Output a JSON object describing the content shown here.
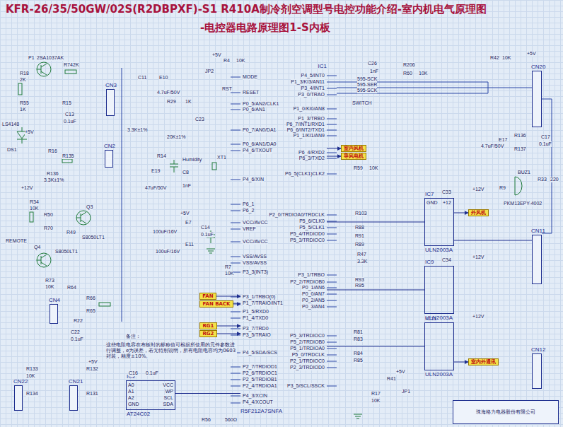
{
  "diagram": {
    "title": "KFR-26/35/50GW/02S(R2DBPXF)-S1 R410A制冷剂空调型号电控功能介绍-室内机电气原理图",
    "caption": "-电控器电路原理图1-S内板",
    "nodes": [
      {
        "text": [
          "IC1",
          "R5F212A7SNFA"
        ]
      },
      {
        "text": [
          "IC7",
          "ULN2003A"
        ]
      },
      {
        "text": [
          "IC9",
          "ULN2003A"
        ]
      },
      {
        "text": [
          "IC11",
          "ULN2003A"
        ]
      },
      {
        "text": [
          "IC2",
          "AT24C02"
        ]
      },
      {
        "text": [
          "CN3"
        ]
      },
      {
        "text": [
          "CN4"
        ]
      },
      {
        "text": [
          "CN22"
        ]
      },
      {
        "text": [
          "CN21"
        ]
      },
      {
        "text": [
          "CN2"
        ]
      },
      {
        "text": [
          "CN11"
        ]
      },
      {
        "text": [
          "CN12"
        ]
      },
      {
        "text": [
          "CN20"
        ]
      },
      {
        "text": [
          "FAN"
        ]
      },
      {
        "text": [
          "FAN BACK"
        ]
      },
      {
        "text": [
          "RG1"
        ]
      },
      {
        "text": [
          "RG2"
        ]
      },
      {
        "text": [
          "室内风机"
        ]
      },
      {
        "text": [
          "导风电机"
        ]
      },
      {
        "text": [
          "外风机"
        ]
      },
      {
        "text": [
          "室内外通讯"
        ]
      },
      {
        "text": [
          "珠海格力电器股份有限公司"
        ]
      }
    ],
    "edges": [
      {
        "from": 13,
        "to": 0,
        "arrow": "to"
      },
      {
        "from": 14,
        "to": 0,
        "arrow": "to"
      },
      {
        "from": 15,
        "to": 0,
        "arrow": "to"
      },
      {
        "from": 16,
        "to": 0,
        "arrow": "to"
      },
      {
        "from": 0,
        "to": 17,
        "arrow": "to"
      },
      {
        "from": 0,
        "to": 18,
        "arrow": "to"
      },
      {
        "from": 0,
        "to": 1,
        "arrow": "none"
      },
      {
        "from": 0,
        "to": 2,
        "arrow": "none"
      },
      {
        "from": 0,
        "to": 3,
        "arrow": "none"
      },
      {
        "from": 1,
        "to": 19,
        "arrow": "to"
      },
      {
        "from": 1,
        "to": 10,
        "arrow": "none"
      },
      {
        "from": 3,
        "to": 20,
        "arrow": "to"
      },
      {
        "from": 0,
        "to": 4,
        "arrow": "none"
      }
    ],
    "labels": [
      "MODE",
      "RESET",
      "P0_5/AN2/CLK1",
      "P0_6/AN1",
      "P0_7/AN0/DA1",
      "P0_6/AN1/DA0",
      "P4_6/TXOUT",
      "P4_6/XIN",
      "P6_1",
      "P6_2",
      "VCC/AVCC",
      "VREF",
      "VCC/AVCC",
      "VSS/AVSS",
      "VSS/AVSS",
      "P3_3(INT3)",
      "P3_1/TRBO(0)",
      "P1_7/TRAIO/INT1",
      "P1_5/RXD0",
      "P1_4/TXD0",
      "P3_7/TRD0",
      "P3_5/TRAIO",
      "P4_5/SDA/SCS",
      "P2_7/TRDIOD1",
      "P2_6/TRDIOC1",
      "P2_5/TRDIOB1",
      "P2_4/TRDIOA1",
      "P4_3/XCIN",
      "P4_4/XCOUT",
      "P4_5/INT0",
      "P1_3/KI3/AN11",
      "P3_4/INT1",
      "P3_0/TRAO",
      "P1_0/KI0/AN8",
      "P1_3/TRBO",
      "P6_7/INT1/RXD1",
      "P6_6/INT2/TXD1",
      "P1_1/KI1/AN9",
      "P6_4/RXD2",
      "P6_3/TXD2",
      "P6_5(CLK1)CLK2",
      "P2_0/TRDIOA0/TRDCLK",
      "P5_6/CLK0",
      "P5_5/CLK1",
      "P5_4/TRDIOD0",
      "P5_3/TRDIOC0",
      "P3_1/TRBO",
      "P2_2/TRDIOB0",
      "P0_1/AN6",
      "P0_0/AN7",
      "P0_2/AN5",
      "P0_3/AN4",
      "P5_3/TRDIOC0",
      "P5_2/TRDIOB0",
      "P5_1/TRDIOA0",
      "P5_0/TRDCLK",
      "P2_1/TRDIOC0",
      "P2_3/TRDIOD0",
      "P3_5/SCL/SSCK",
      "SWITCH",
      "595-SCK",
      "595-SER",
      "595-SCK",
      "C26",
      "1nF",
      "R206",
      "R60",
      "10K",
      "R42",
      "10K",
      "+5V",
      "E17",
      "4.7uF/50V",
      "R136",
      "R137",
      "C17",
      "0.1uF",
      "BUZ1",
      "PKM13EPY-4002",
      "R9",
      "R33",
      "220",
      "R103",
      "R88",
      "R91",
      "R89",
      "R47",
      "3.3K",
      "R93",
      "R95",
      "R81",
      "R83",
      "R84",
      "R85",
      "C33",
      "C34",
      "+12V",
      "+12V",
      "+12V",
      "GND",
      "+12",
      "P1",
      "2SA1037AK",
      "R18",
      "2K",
      "R74",
      "2K",
      "R55",
      "1K",
      "R15",
      "C13",
      "0.1uF",
      "LS4148",
      "DS1",
      "R16",
      "R135",
      "R136",
      "3.3K±1%",
      "R34",
      "10K",
      "R50",
      "R70",
      "R49",
      "Q3",
      "S8050LT1",
      "Q4",
      "S8050LT1",
      "REMOTE",
      "R73",
      "10K",
      "R64",
      "R66",
      "R65",
      "R22",
      "C22",
      "0.1uF",
      "R133",
      "10K",
      "R134",
      "R132",
      "R131",
      "C16",
      "0.1uF",
      "A0",
      "A1",
      "A2",
      "GND",
      "VCC",
      "WP",
      "SCL",
      "SDA",
      "R56",
      "560Ω",
      "C11",
      "E10",
      "4.7uF/50V",
      "R29",
      "1K",
      "C23",
      "20K±1%",
      "3.3K±1%",
      "JP2",
      "R4",
      "10K",
      "RST",
      "+5V",
      "R14",
      "Humidity",
      "XT1",
      "C8",
      "1nF",
      "E19",
      "47uF/50V",
      "E7",
      "100uF/16V",
      "E11",
      "100uF/16V",
      "C14",
      "0.1uF",
      "R7",
      "10K",
      "备注：",
      "这些电阻电容在布板时的标称值可根据所使用的元件参数进行调整，e为误差，若无特别说明，所有电阻电容均为0603封装，精度±10%。",
      "+5V",
      "+12V",
      "+5V",
      "+5V",
      "R17",
      "10K",
      "JP1",
      "R41",
      "+5V",
      "R59",
      "10K"
    ]
  }
}
